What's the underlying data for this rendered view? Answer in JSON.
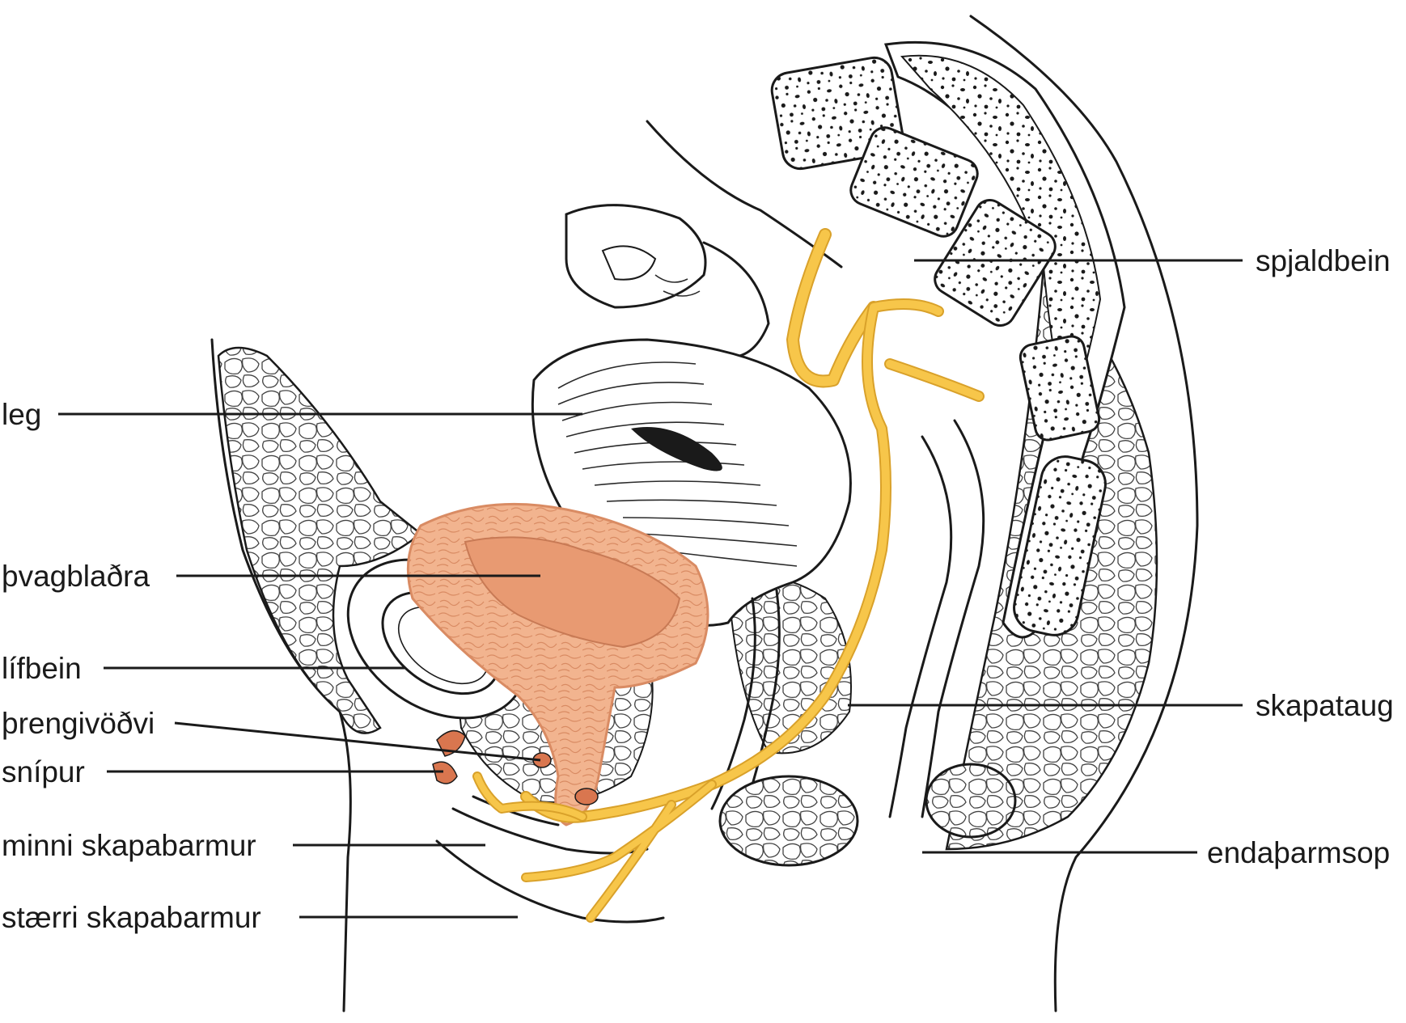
{
  "labels": {
    "uterus": "leg",
    "bladder": "þvagblaðra",
    "pubic_bone": "lífbein",
    "urethral_sphincter": "þrengivöðvi",
    "clitoris": "snípur",
    "labia_minora": "minni skapabarmur",
    "labia_majora": "stærri skapabarmur",
    "sacrum": "spjaldbein",
    "pudendal_nerve": "skapataug",
    "anus": "endaþarmsop"
  },
  "colors": {
    "bladder": "#f2b48f",
    "bladder_lumen": "#e89a72",
    "sphincter": "#d9764f",
    "nerve": "#f7c64a",
    "nerve_edge": "#d9a12a",
    "outline": "#1a1a1a",
    "fat": "#ffffff",
    "bone_spots": "#1a1a1a"
  }
}
